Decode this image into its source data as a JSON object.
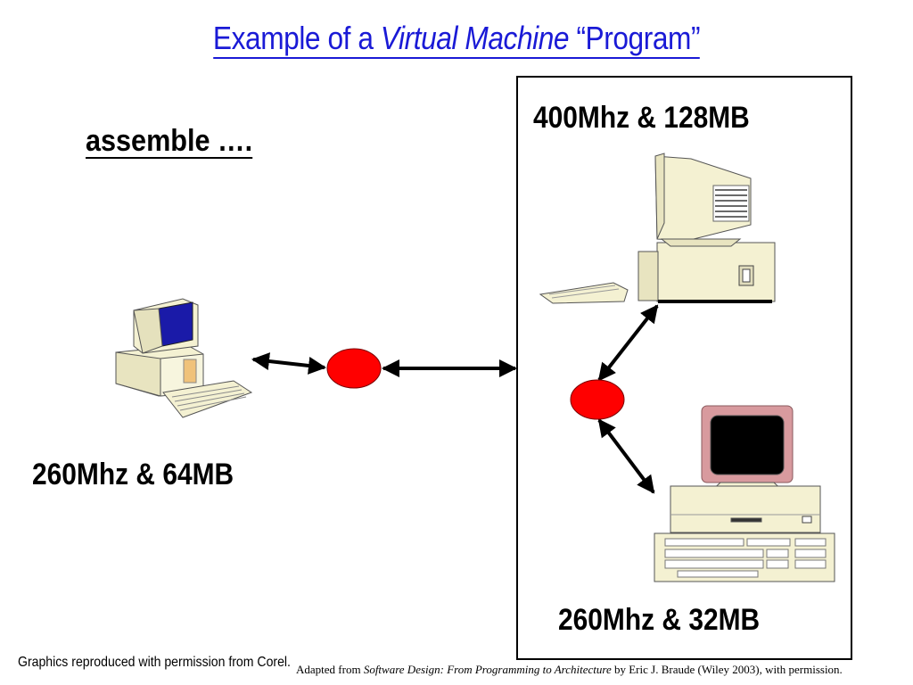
{
  "slide": {
    "title_prefix": "Example of a ",
    "title_italic": "Virtual Machine",
    "title_suffix": " “Program”",
    "assemble_label": "assemble ….",
    "machines": {
      "left": {
        "spec": "260Mhz & 64MB"
      },
      "top_right": {
        "spec": "400Mhz & 128MB"
      },
      "bottom_right": {
        "spec": "260Mhz & 32MB"
      }
    },
    "credits": {
      "graphics": "Graphics reproduced with permission from Corel.",
      "adapted_prefix": "Adapted from ",
      "adapted_title": "Software Design: From Programming to Architecture",
      "adapted_suffix": " by Eric J. Braude (Wiley 2003), with permission."
    }
  },
  "colors": {
    "title": "#1a1ad6",
    "node_fill": "#ff0000",
    "screen_blue": "#1a1aa8",
    "monitor_pink": "#d89a9e",
    "beige": "#f4f1d2"
  },
  "icons": [
    "computer-left-icon",
    "computer-top-right-icon",
    "computer-bottom-right-icon"
  ]
}
